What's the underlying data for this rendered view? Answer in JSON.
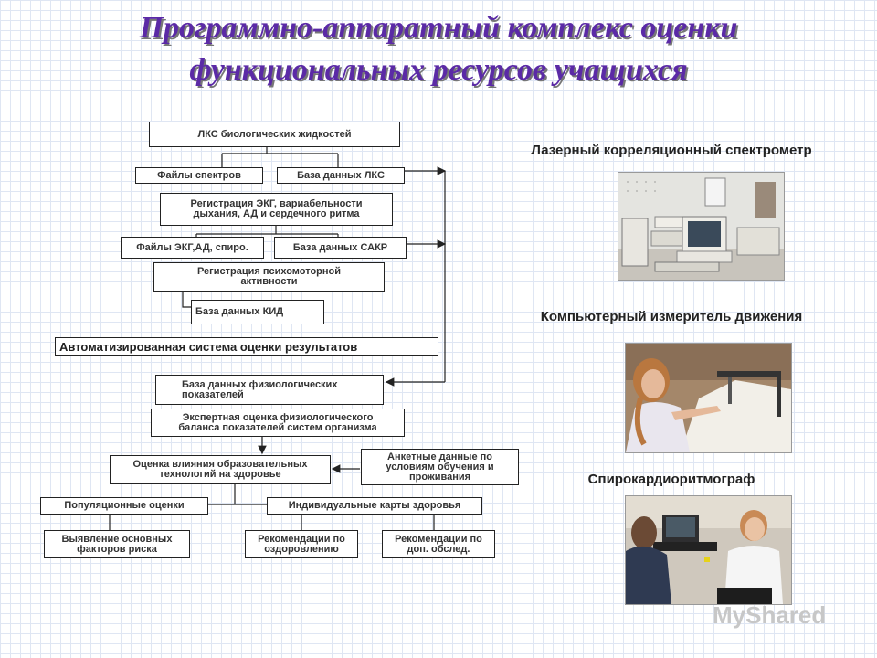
{
  "title": {
    "line1": "Программно-аппаратный комплекс оценки",
    "line2": "функциональных ресурсов учащихся"
  },
  "diagram": {
    "lks": "ЛКС биологических жидкостей",
    "spectra_files": "Файлы спектров",
    "lks_db": "База данных  ЛКС",
    "ekg_reg_1": "Регистрация  ЭКГ, вариабельности",
    "ekg_reg_2": "дыхания, АД и сердечного ритма",
    "ekg_files": "Файлы ЭКГ,АД, спиро.",
    "sakr_db": "База данных САКР",
    "psycho_reg_1": "Регистрация  психомоторной",
    "psycho_reg_2": "активности",
    "kid_db": "База данных КИД",
    "auto_system": "Автоматизированная система оценки результатов",
    "phys_db_1": "База данных физиологических",
    "phys_db_2": "показателей",
    "expert_1": "Экспертная оценка  физиологического",
    "expert_2": "баланса показателей систем организма",
    "impact_1": "Оценка влияния образовательных",
    "impact_2": "технологий  на здоровье",
    "survey_1": "Анкетные данные по",
    "survey_2": "условиям обучения и",
    "survey_3": "проживания",
    "population": "Популяционные оценки",
    "individual": "Индивидуальные  карты здоровья",
    "risk_1": "Выявление основных",
    "risk_2": "факторов риска",
    "rec_health_1": "Рекомендации по",
    "rec_health_2": "оздоровлению",
    "rec_exam_1": "Рекомендации по",
    "rec_exam_2": "доп. обслед."
  },
  "devices": {
    "spectrometer": "Лазерный корреляционный спектрометр",
    "motion": "Компьютерный измеритель движения",
    "spiro": "Спирокардиоритмограф"
  },
  "watermark": "MyShared"
}
